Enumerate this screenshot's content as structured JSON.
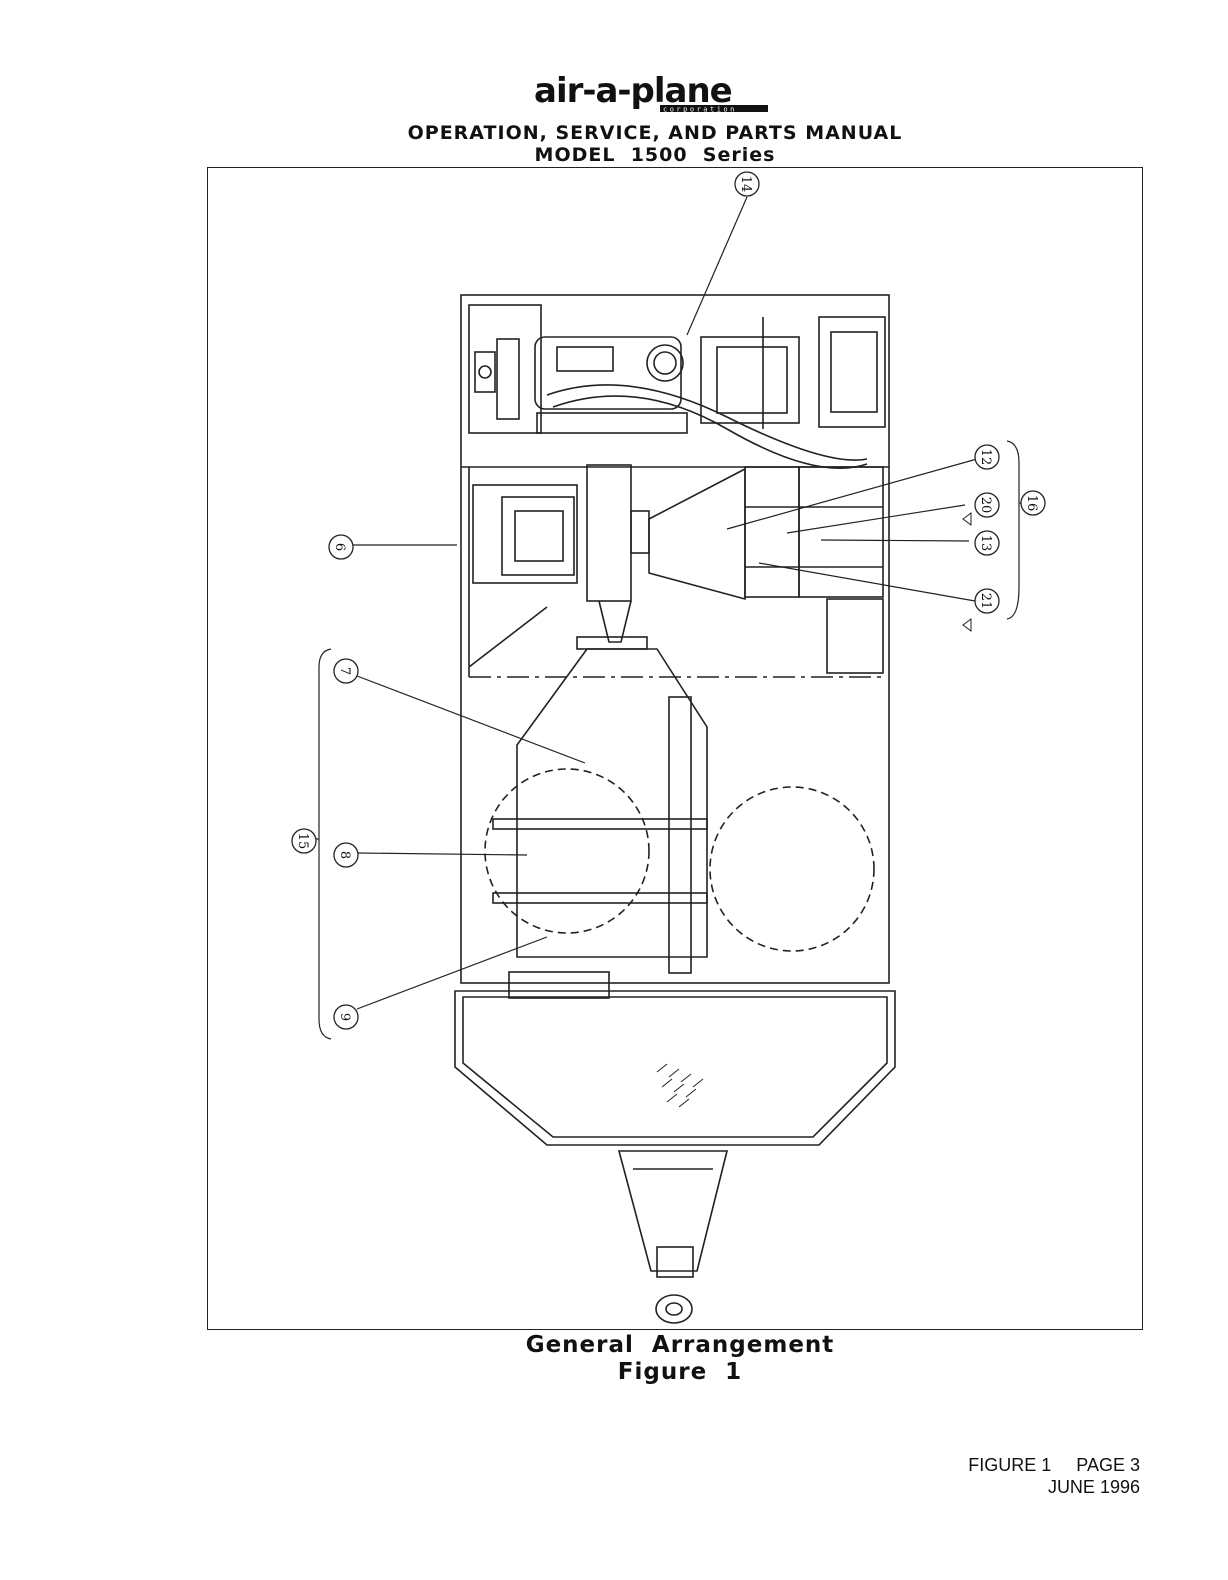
{
  "header": {
    "logo_text": "air-a-plane",
    "logo_subtext": "corporation",
    "title_line1": "OPERATION, SERVICE, AND PARTS MANUAL",
    "title_line2": "MODEL  1500  Series"
  },
  "figure": {
    "caption_line1": "General  Arrangement",
    "caption_line2": "Figure  1",
    "callouts": [
      "14",
      "12",
      "20",
      "16",
      "13",
      "21",
      "6",
      "7",
      "15",
      "8",
      "9"
    ]
  },
  "footer": {
    "line1": "FIGURE 1     PAGE 3",
    "line2": "JUNE 1996"
  }
}
